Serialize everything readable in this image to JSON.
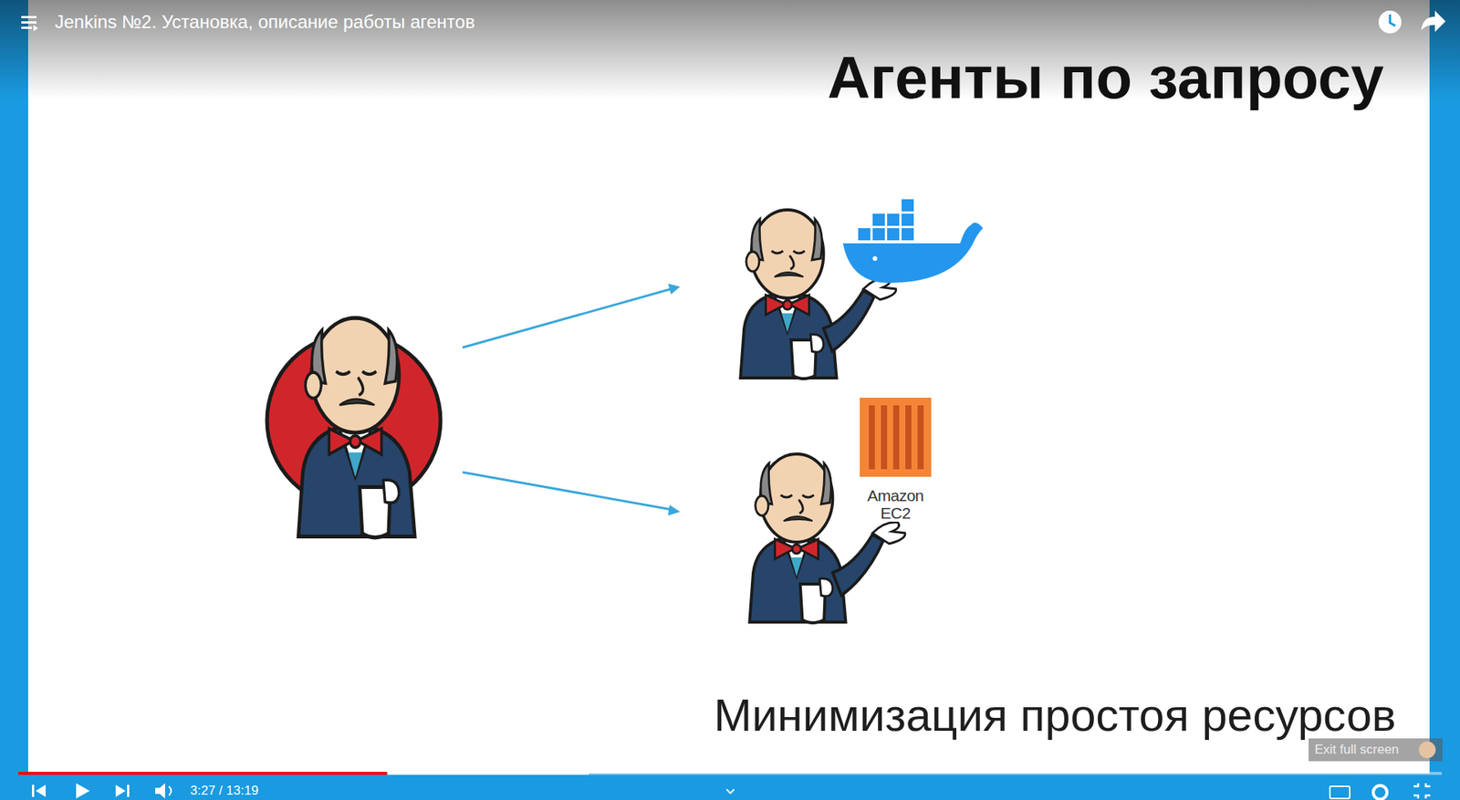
{
  "diagram": {
    "title": "Агенты по запросу",
    "caption": "Минимизация простоя ресурсов",
    "labels": [
      "Jenkins №2. Установка, описание работы агентов",
      "Amazon EC2",
      "3:27 / 13:19",
      "Exit full screen"
    ]
  }
}
